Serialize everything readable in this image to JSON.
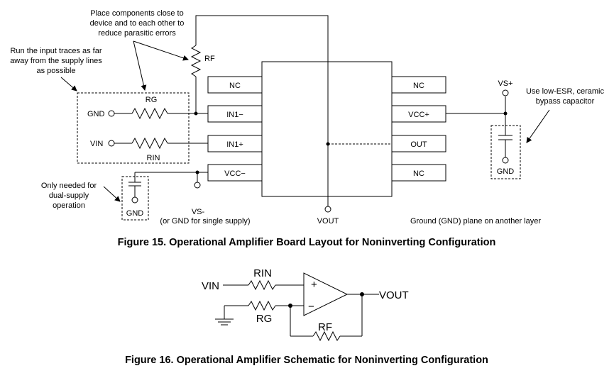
{
  "layout_figure": {
    "pins_left": [
      "NC",
      "IN1−",
      "IN1+",
      "VCC−"
    ],
    "pins_right": [
      "NC",
      "VCC+",
      "OUT",
      "NC"
    ],
    "components": {
      "rf": "RF",
      "rg": "RG",
      "rin": "RIN"
    },
    "nodes": {
      "gnd_left": "GND",
      "vin": "VIN",
      "vs_plus": "VS+",
      "gnd_right": "GND",
      "gnd_bottom": "GND",
      "vs_minus": "VS-",
      "vs_minus_note": "(or GND for single supply)",
      "vout": "VOUT"
    },
    "notes": {
      "place_close": [
        "Place components close to",
        "device and to each other to",
        "reduce parasitic errors"
      ],
      "input_traces": [
        "Run the input traces as far",
        "away from the supply lines",
        "as possible"
      ],
      "low_esr": [
        "Use low-ESR, ceramic",
        "bypass capacitor"
      ],
      "dual_supply": [
        "Only needed for",
        "dual-supply",
        "operation"
      ],
      "ground_plane": "Ground (GND) plane on another layer"
    },
    "caption": "Figure 15.  Operational Amplifier Board Layout for Noninverting Configuration"
  },
  "schematic_figure": {
    "vin": "VIN",
    "vout": "VOUT",
    "rin": "RIN",
    "rg": "RG",
    "rf": "RF",
    "plus": "+",
    "minus": "−",
    "caption": "Figure 16.  Operational Amplifier Schematic for Noninverting Configuration"
  }
}
